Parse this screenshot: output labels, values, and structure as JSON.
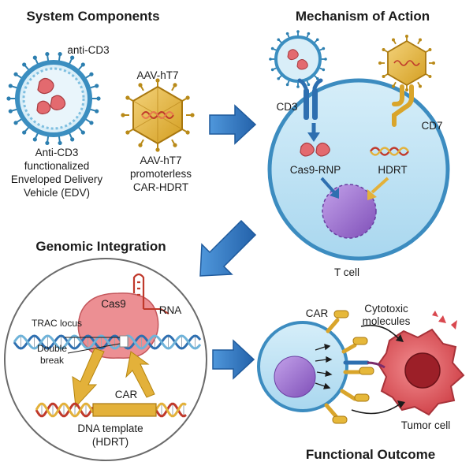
{
  "titles": {
    "system": "System Components",
    "mechanism": "Mechanism of Action",
    "genomic": "Genomic Integration",
    "outcome": "Functional Outcome"
  },
  "system": {
    "edv_top": "anti-CD3",
    "edv_desc": [
      "Anti-CD3",
      "functionalized",
      "Enveloped Delivery",
      "Vehicle (EDV)"
    ],
    "aav_top": "AAV-hT7",
    "aav_desc": [
      "AAV-hT7",
      "promoterless",
      "CAR-HDRT"
    ]
  },
  "mechanism": {
    "cd3": "CD3",
    "cd7": "CD7",
    "cas9rnp": "Cas9-RNP",
    "hdrt": "HDRT",
    "tcell": "T cell"
  },
  "genomic": {
    "cas9": "Cas9",
    "rna": "RNA",
    "trac": "TRAC locus",
    "break": [
      "Double",
      "break"
    ],
    "car": "CAR",
    "template": [
      "DNA template",
      "(HDRT)"
    ]
  },
  "outcome": {
    "car": "CAR",
    "cytotoxic": [
      "Cytotoxic",
      "molecules"
    ],
    "tumor": "Tumor cell"
  },
  "colors": {
    "edv_blue": "#6fb3d9",
    "aav_gold": "#e6b83a",
    "cas9_red": "#e77b7e",
    "nucleus_purple": "#9c6fcf",
    "tcell_fill": "#bfe2f4",
    "tumor_red": "#e2575d",
    "arrow_blue": "#2f78c4",
    "arrow_gold": "#e3b13a"
  }
}
